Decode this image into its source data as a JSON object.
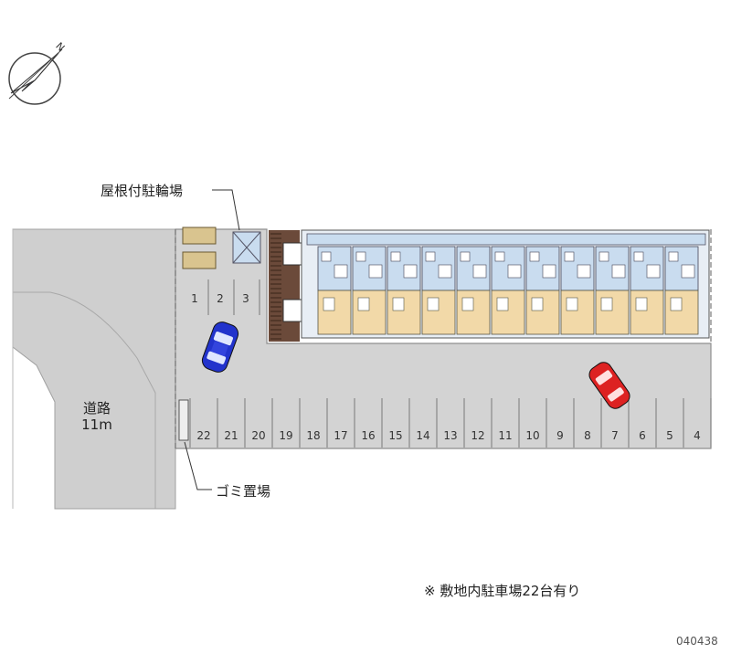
{
  "compass": {
    "north_label": "N"
  },
  "labels": {
    "bicycle_parking": "屋根付駐輪場",
    "garbage_area": "ゴミ置場",
    "road_name": "道路",
    "road_width": "11m",
    "note": "※ 敷地内駐車場22台有り",
    "code": "040438"
  },
  "parking": {
    "top_row": [
      "1",
      "2",
      "3"
    ],
    "bottom_row": [
      "22",
      "21",
      "20",
      "19",
      "18",
      "17",
      "16",
      "15",
      "14",
      "13",
      "12",
      "11",
      "10",
      "9",
      "8",
      "7",
      "6",
      "5",
      "4"
    ]
  },
  "building": {
    "unit_count": 11
  },
  "colors": {
    "road": "#cfcfcf",
    "lot": "#d3d3d3",
    "lot_border": "#9a9a9a",
    "building_blue": "#c9dcef",
    "building_tan": "#f2d9a8",
    "stair": "#6b4a3a",
    "car_blue": "#2233cc",
    "car_red": "#dd2222"
  }
}
